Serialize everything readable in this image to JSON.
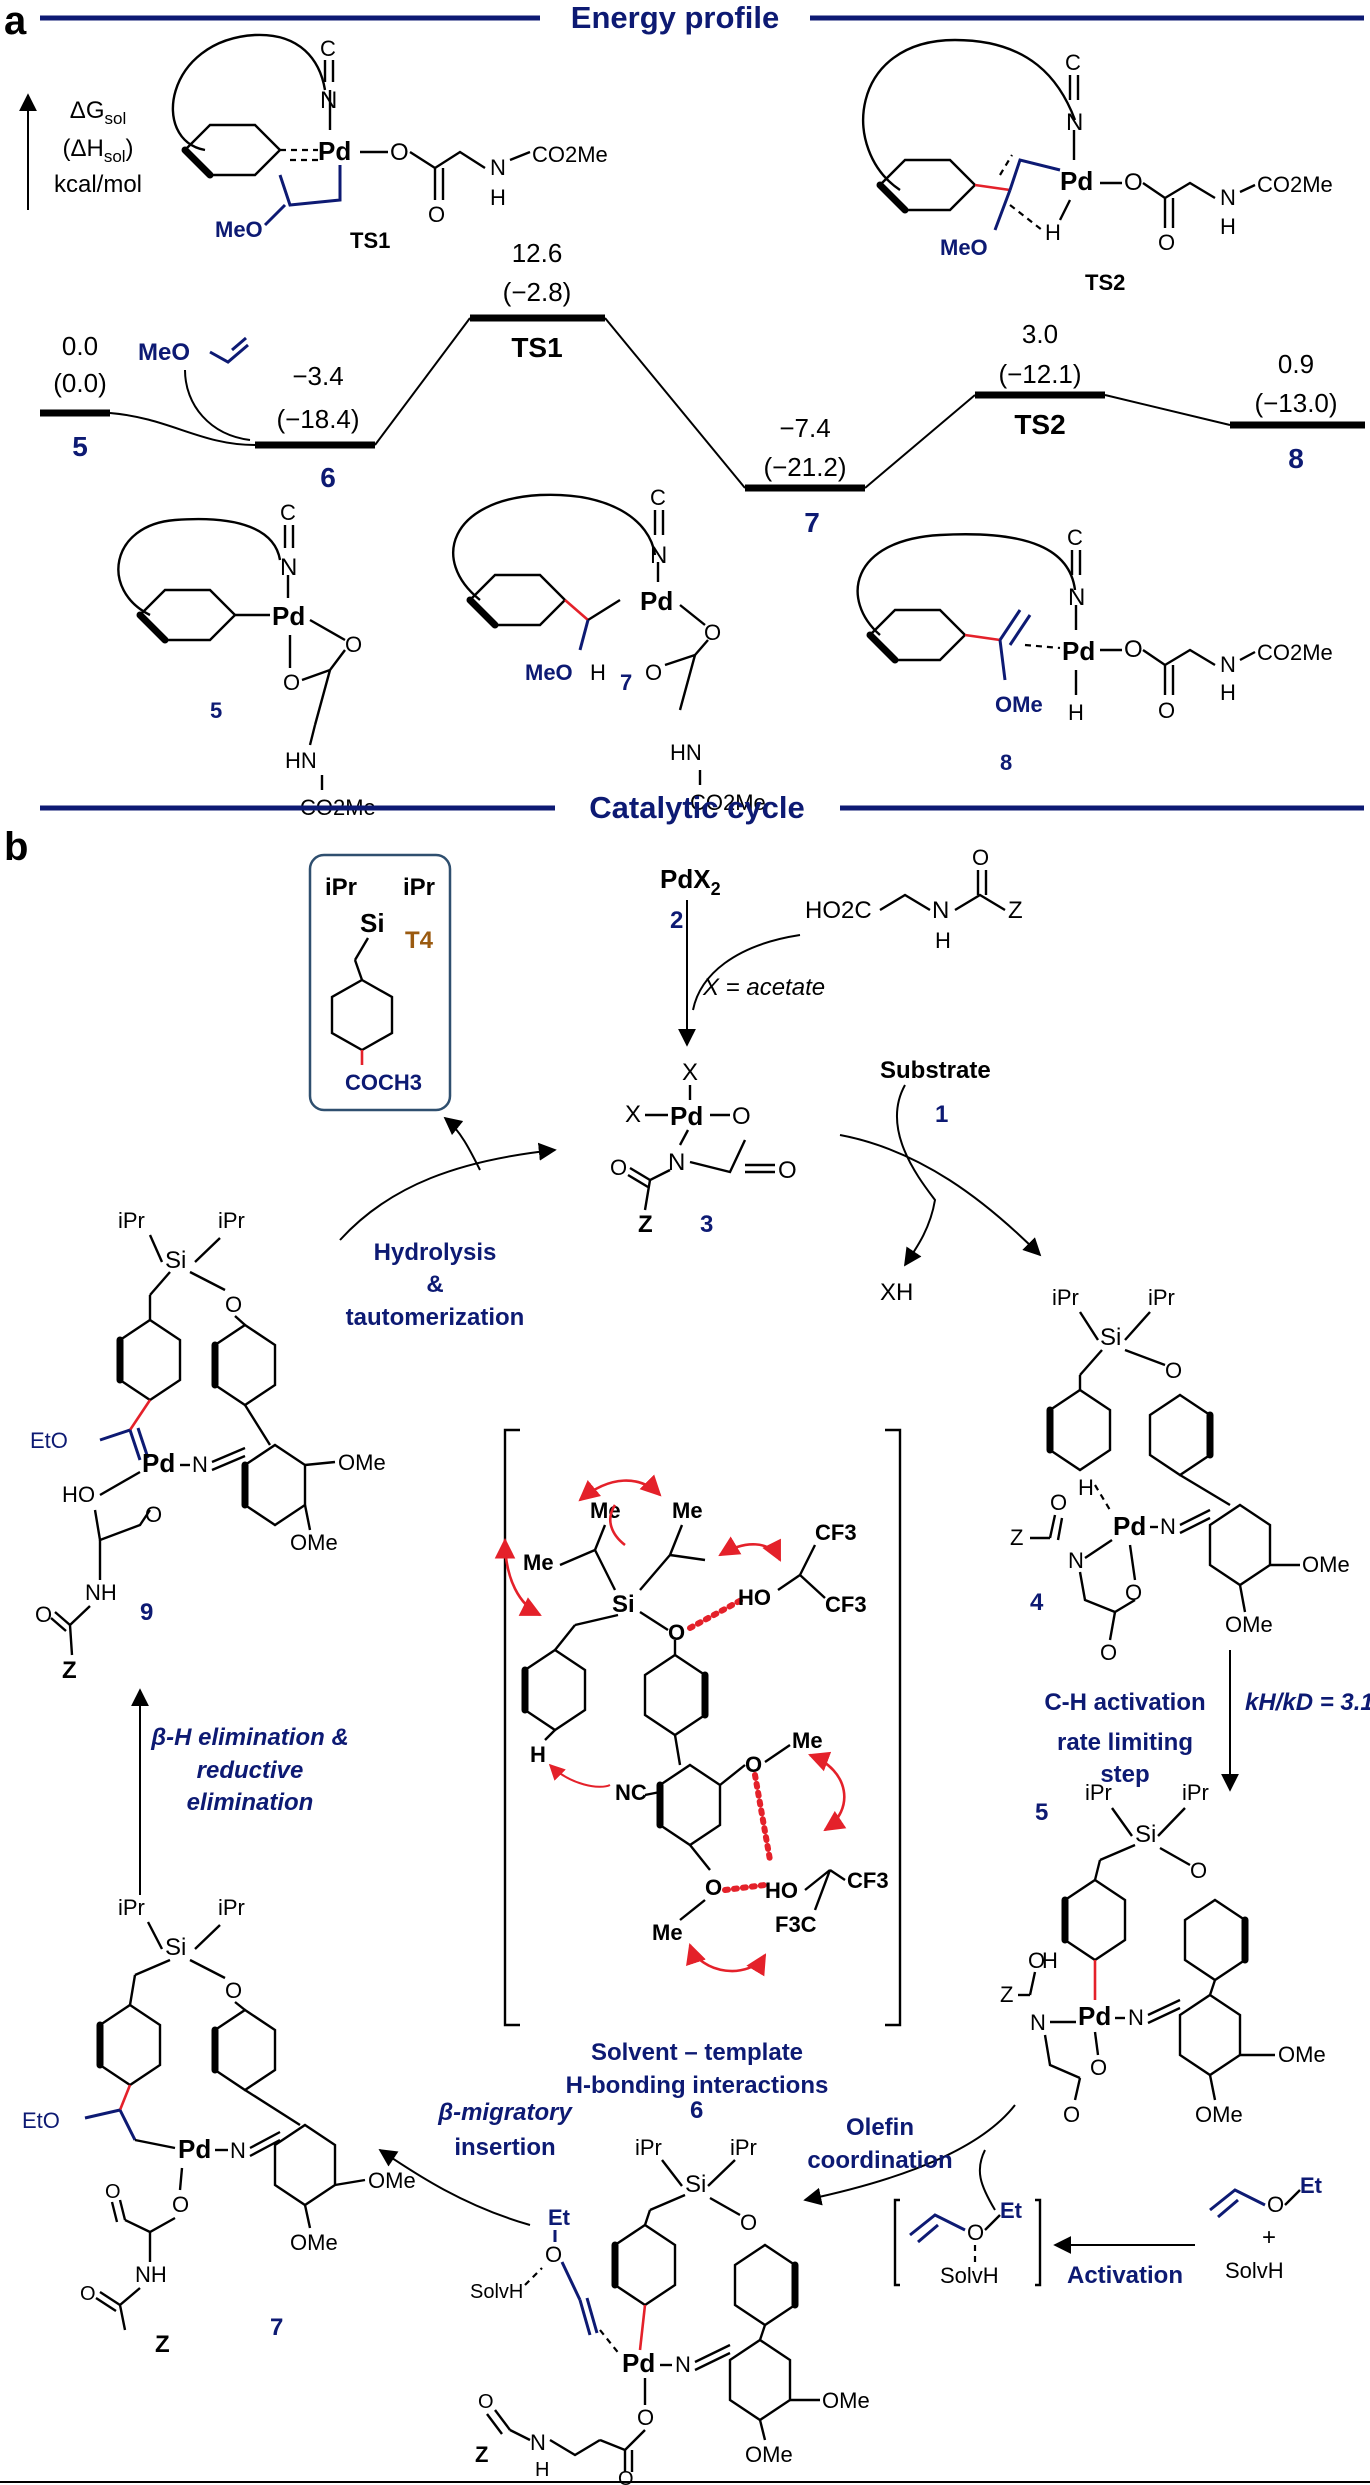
{
  "panel_a": {
    "letter": "a",
    "header": "Energy profile",
    "axis_label": {
      "l1": "ΔG",
      "l1_sub": "sol",
      "l2": "(ΔH",
      "l2_sub": "sol",
      "l2_end": ")",
      "l3": "kcal/mol"
    },
    "levels": [
      {
        "label": "5",
        "dg": "0.0",
        "dh": "(0.0)"
      },
      {
        "label": "6",
        "dg": "−3.4",
        "dh": "(−18.4)"
      },
      {
        "label": "TS1",
        "dg": "12.6",
        "dh": "(−2.8)"
      },
      {
        "label": "7",
        "dg": "−7.4",
        "dh": "(−21.2)"
      },
      {
        "label": "TS2",
        "dg": "3.0",
        "dh": "(−12.1)"
      },
      {
        "label": "8",
        "dg": "0.9",
        "dh": "(−13.0)"
      }
    ],
    "reagent": "MeO",
    "struct_labels": {
      "ts1": "TS1",
      "ts2": "TS2",
      "s5": "5",
      "s7": "7",
      "s8": "8"
    },
    "atoms": {
      "pd": "Pd",
      "n": "N",
      "o": "O",
      "h": "H",
      "meo": "MeO",
      "ome": "OMe",
      "co2me": "CO2Me",
      "hn": "HN"
    }
  },
  "panel_b": {
    "letter": "b",
    "header": "Catalytic cycle",
    "pdx2": "PdX",
    "pdx2_sub": "2",
    "pd_num": "2",
    "ligand": "HO2C",
    "x_acetate": "X = acetate",
    "substrate": "Substrate",
    "substrate_num": "1",
    "xh": "XH",
    "compound_labels": {
      "c3": "3",
      "c4": "4",
      "c5": "5",
      "c6": "6",
      "c7": "7",
      "c9": "9"
    },
    "steps": {
      "hydrolysis_1": "Hydrolysis",
      "hydrolysis_2": "&",
      "hydrolysis_3": "tautomerization",
      "ch_activation": "C-H activation",
      "rate_1": "rate limiting",
      "rate_2": "step",
      "kie": "kH/kD = 3.1",
      "olefin_1": "Olefin",
      "olefin_2": "coordination",
      "activation": "Activation",
      "migratory_1": "β-migratory",
      "migratory_2": "insertion",
      "beta_1": "β-H elimination &",
      "beta_2": "reductive",
      "beta_3": "elimination"
    },
    "center_caption_1": "Solvent – template",
    "center_caption_2": "H-bonding interactions",
    "product_box": {
      "ipr": "iPr",
      "si": "Si",
      "t4": "T4",
      "coch3": "COCH3"
    },
    "reagent_et": "Et",
    "solvh": "SolvH",
    "plus": "+",
    "atoms": {
      "pd": "Pd",
      "si": "Si",
      "ipr": "iPr",
      "o": "O",
      "n": "N",
      "h": "H",
      "ome": "OMe",
      "z": "Z",
      "x": "X",
      "nh": "NH",
      "eto": "EtO",
      "me": "Me",
      "cf3": "CF3",
      "nc": "NC",
      "ho": "HO",
      "f3c": "F3C"
    }
  },
  "colors": {
    "navy": "#0d1a73",
    "red": "#e4212a",
    "brown": "#9a5a10",
    "box": "#2f4f6f"
  }
}
